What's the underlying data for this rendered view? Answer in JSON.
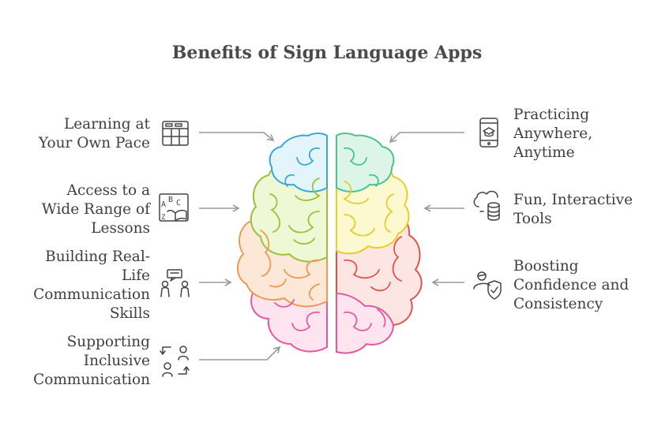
{
  "title": "Benefits of Sign Language Apps",
  "left_items": [
    {
      "label": "Learning at\nYour Own Pace",
      "icon": "calendar-grid-icon"
    },
    {
      "label": "Access to a\nWide Range of\nLessons",
      "icon": "abc-book-icon"
    },
    {
      "label": "Building Real-\nLife\nCommunication\nSkills",
      "icon": "people-chat-icon"
    },
    {
      "label": "Supporting\nInclusive\nCommunication",
      "icon": "people-exchange-icon"
    }
  ],
  "right_items": [
    {
      "label": "Practicing\nAnywhere,\nAnytime",
      "icon": "smartphone-learning-icon"
    },
    {
      "label": "Fun, Interactive\nTools",
      "icon": "cloud-database-icon"
    },
    {
      "label": "Boosting\nConfidence and\nConsistency",
      "icon": "user-shield-icon"
    }
  ],
  "colors": {
    "text": "#3f3f3f",
    "icon": "#444444",
    "arrow": "#9a9a9a",
    "lobe_blue": {
      "fill": "#e3f4fb",
      "stroke": "#3aa8d6"
    },
    "lobe_green_top": {
      "fill": "#ddf5e8",
      "stroke": "#4cc38a"
    },
    "lobe_lime": {
      "fill": "#eef8d4",
      "stroke": "#99c23c"
    },
    "lobe_yellow": {
      "fill": "#fcf8cf",
      "stroke": "#e3cf2b"
    },
    "lobe_peach": {
      "fill": "#fde8d7",
      "stroke": "#ec9a55"
    },
    "lobe_red": {
      "fill": "#fde5e3",
      "stroke": "#e0544e"
    },
    "lobe_pink": {
      "fill": "#fde4ef",
      "stroke": "#e35b9d"
    }
  }
}
